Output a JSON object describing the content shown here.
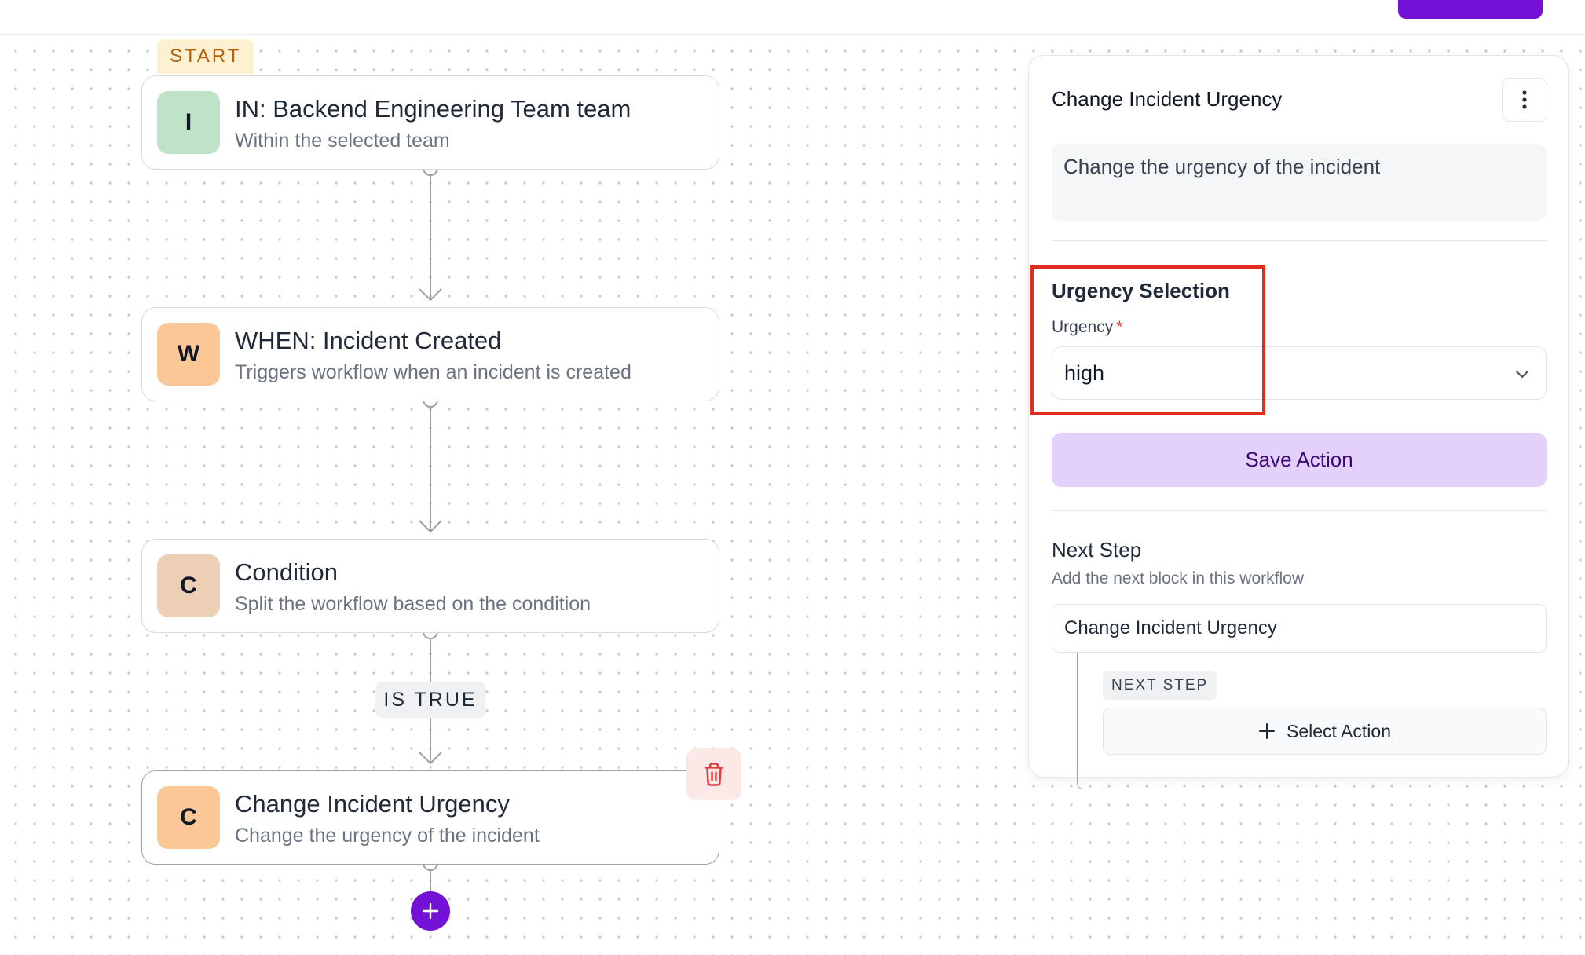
{
  "canvas": {
    "start_label": "START",
    "nodes": [
      {
        "avatar": "I",
        "avatar_color": "#bfe3c6",
        "title": "IN: Backend Engineering Team team",
        "subtitle": "Within the selected team"
      },
      {
        "avatar": "W",
        "avatar_color": "#fcc796",
        "title": "WHEN: Incident Created",
        "subtitle": "Triggers workflow when an incident is created"
      },
      {
        "avatar": "C",
        "avatar_color": "#eccfb4",
        "title": "Condition",
        "subtitle": "Split the workflow based on the condition"
      },
      {
        "avatar": "C",
        "avatar_color": "#fcc796",
        "title": "Change Incident Urgency",
        "subtitle": "Change the urgency of the incident"
      }
    ],
    "condition_label": "IS TRUE",
    "delete_icon": "trash-icon",
    "add_icon": "plus-icon"
  },
  "panel": {
    "title": "Change Incident Urgency",
    "menu_icon": "more-vertical-icon",
    "description": "Change the urgency of the incident",
    "section_title": "Urgency Selection",
    "urgency_label": "Urgency",
    "required_marker": "*",
    "urgency_value": "high",
    "save_label": "Save Action",
    "next_step_title": "Next Step",
    "next_step_subtitle": "Add the next block in this workflow",
    "next_step_item": "Change Incident Urgency",
    "next_step_chip": "NEXT STEP",
    "select_action_label": "Select Action"
  },
  "colors": {
    "accent": "#7312d6",
    "save_button_bg": "#e3d1fb",
    "highlight": "#e02d1f",
    "start_tag_bg": "#fdf1d2",
    "start_tag_text": "#b8620b",
    "delete_bg": "#fde8e8",
    "delete_icon": "#e03a3a"
  }
}
